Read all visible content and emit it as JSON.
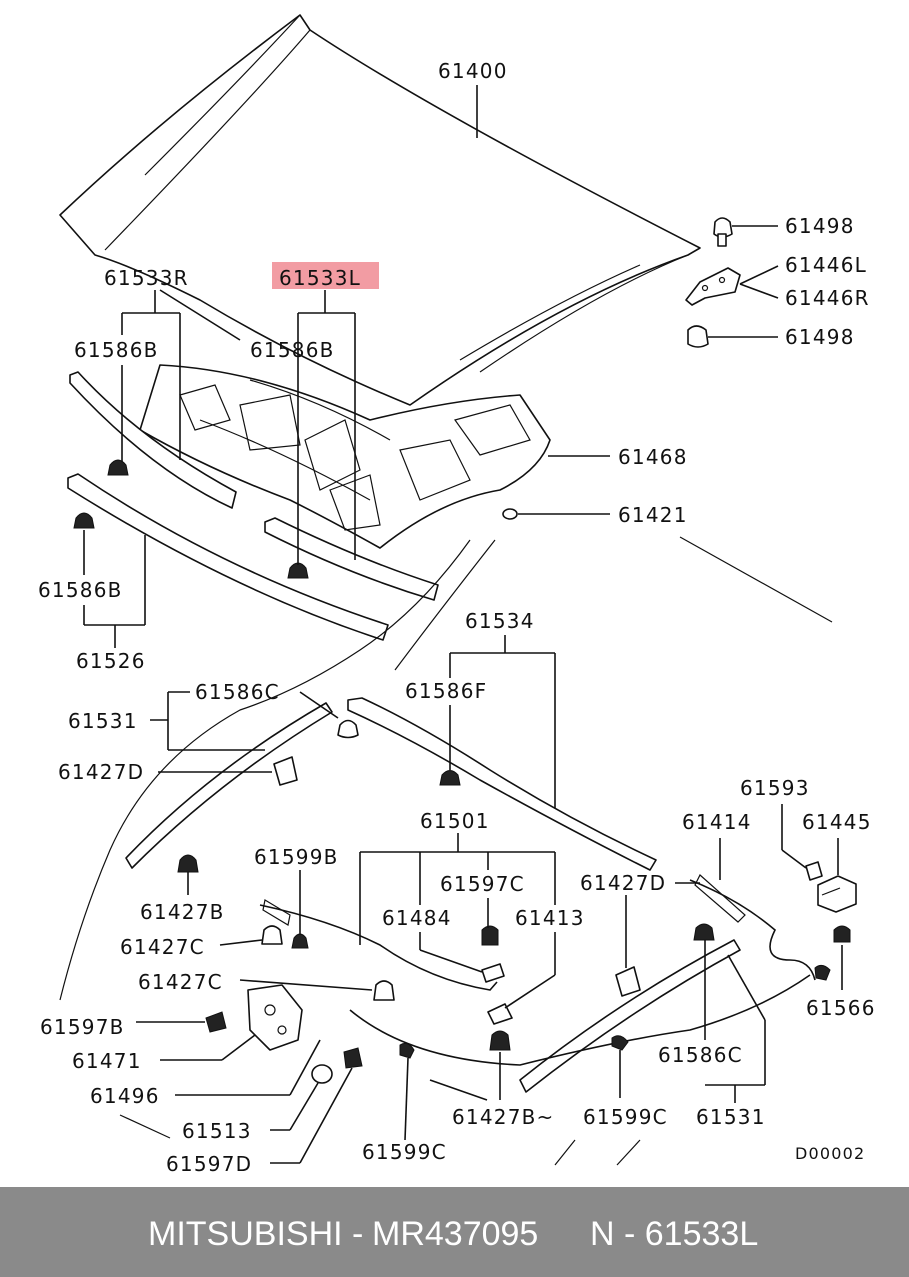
{
  "labels": {
    "hood": "61400",
    "bolt_top": "61498",
    "hinge_l": "61446L",
    "hinge_r": "61446R",
    "bolt_mid": "61498",
    "weatherstrip_r": "61533R",
    "weatherstrip_l": "61533L",
    "clip_left_top": "61586B",
    "clip_mid_top": "61586B",
    "insulator": "61468",
    "grommet": "61421",
    "clip_left_low": "61586B",
    "seal_front": "61526",
    "cowl_seal": "61534",
    "clip_c_top": "61586C",
    "clip_f": "61586F",
    "strip_left": "61531",
    "bumper_d_left": "61427D",
    "stay_asm": "61501",
    "stopper_b_left": "61427B",
    "holder_599b": "61599B",
    "clamp_597c": "61597C",
    "bumper_c_left": "61427C",
    "bracket_484": "61484",
    "bracket_413": "61413",
    "bumper_c_mid": "61427C",
    "clip_597b": "61597B",
    "latch": "61471",
    "cable_496": "61496",
    "stopper_513": "61513",
    "clip_597d": "61597D",
    "holder_599c_left": "61599C",
    "stopper_b_mid": "61427B~",
    "holder_599c_mid": "61599C",
    "strip_right": "61531",
    "clip_c_right": "61586C",
    "bumper_d_right": "61427D",
    "cable_414": "61414",
    "bracket_593": "61593",
    "switch_445": "61445",
    "clip_566": "61566",
    "diagram_code": "D00002"
  },
  "highlight": {
    "part": "61533L",
    "color": "#f29ca3"
  },
  "footer": {
    "brand": "MITSUBISHI -",
    "part_number": "MR437095",
    "ref": "N - 61533L",
    "background": "#8a8a8a"
  }
}
